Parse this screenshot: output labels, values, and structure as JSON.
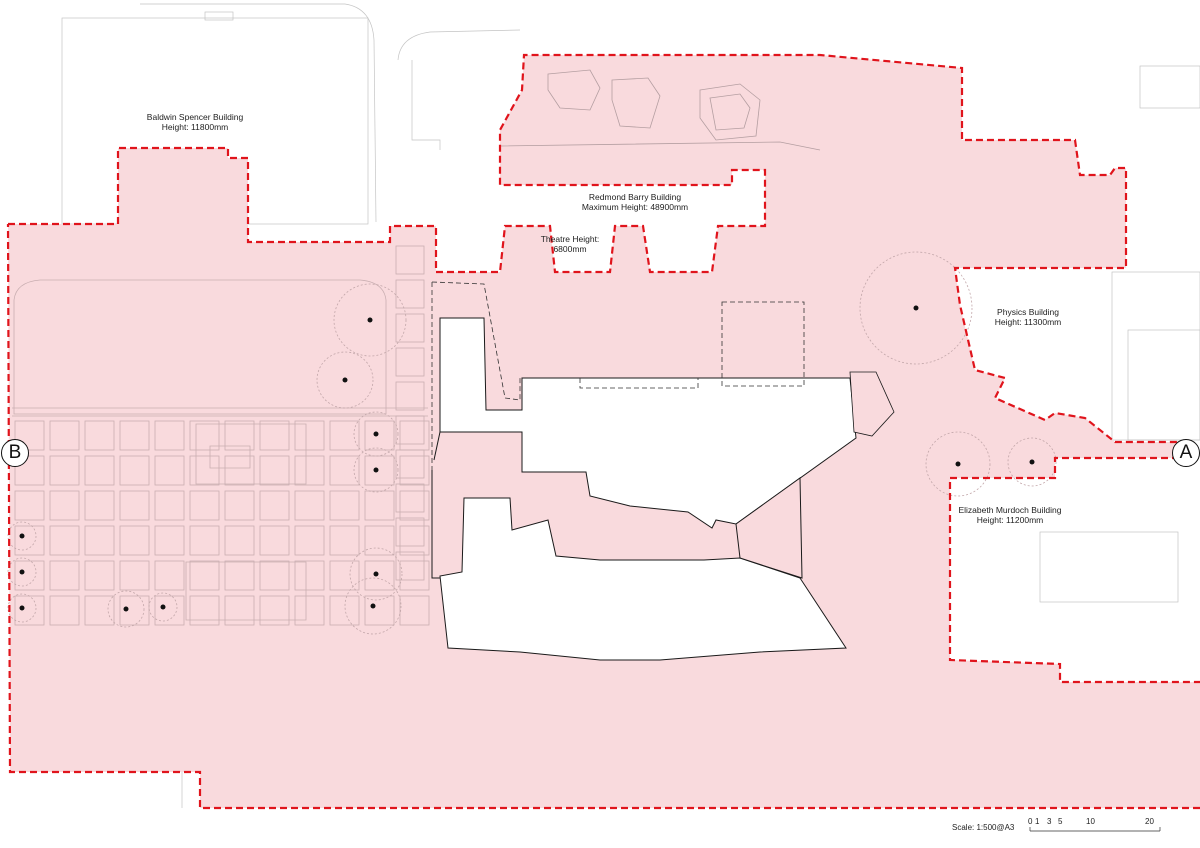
{
  "buildings": [
    {
      "id": "baldwin",
      "name": "Baldwin Spencer Building",
      "height": "Height: 11800mm"
    },
    {
      "id": "redmond",
      "name": "Redmond Barry Building",
      "height": "Maximum Height: 48900mm"
    },
    {
      "id": "theatre",
      "name": "Theatre Height:",
      "height": "6800mm"
    },
    {
      "id": "physics",
      "name": "Physics Building",
      "height": "Height: 11300mm"
    },
    {
      "id": "murdoch",
      "name": "Elizabeth Murdoch Building",
      "height": "Height: 11200mm"
    }
  ],
  "section_markers": {
    "a": "A",
    "b": "B"
  },
  "scale": {
    "label": "Scale: 1:500@A3",
    "ticks": [
      "0",
      "1",
      "3",
      "5",
      "10",
      "20"
    ]
  },
  "colors": {
    "site_fill": "#f9dadd",
    "boundary": "#e0141c",
    "linework": "#9a9a9a",
    "building_outline": "#1a1a1a"
  }
}
